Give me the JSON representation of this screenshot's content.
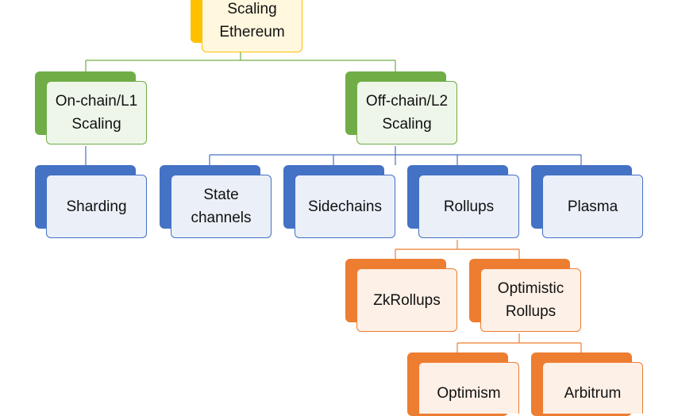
{
  "diagram": {
    "root": {
      "label": "Scaling\nEthereum"
    },
    "l1": {
      "label": "On-chain/L1\nScaling"
    },
    "l2": {
      "label": "Off-chain/L2\nScaling"
    },
    "sharding": {
      "label": "Sharding"
    },
    "state_channels": {
      "label": "State\nchannels"
    },
    "sidechains": {
      "label": "Sidechains"
    },
    "rollups": {
      "label": "Rollups"
    },
    "plasma": {
      "label": "Plasma"
    },
    "zkrollups": {
      "label": "ZkRollups"
    },
    "optimistic_rollups": {
      "label": "Optimistic\nRollups"
    },
    "optimism": {
      "label": "Optimism"
    },
    "arbitrum": {
      "label": "Arbitrum"
    }
  },
  "colors": {
    "yellow": "#ffc000",
    "green": "#70ad47",
    "blue": "#4472c4",
    "orange": "#ed7d31"
  }
}
